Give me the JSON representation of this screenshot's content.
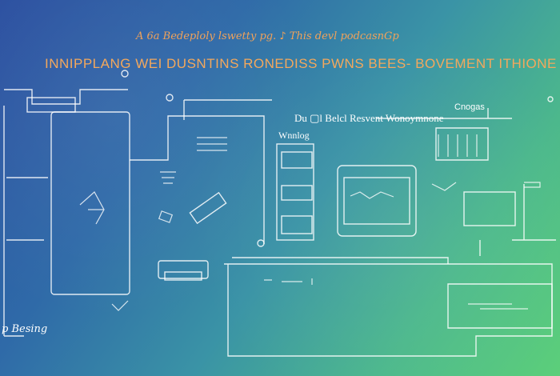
{
  "texts": {
    "subtitle": "A 6a Bedeploly lswetty pg. ♪ This devl podcasnGp",
    "title": "INNIPPLANG   WEI  DUSNTINS  RONEDISS  PWNS     BEES- BOVEMENT  ITHIONE",
    "panel_title": "Du ▢l Belcl Resvent Wonoymnone",
    "warning": "Wnnlog",
    "change": "Cnogas",
    "bottom": "p Besing"
  },
  "colors": {
    "accent": "#f4a85c",
    "line": "#ffffff"
  }
}
